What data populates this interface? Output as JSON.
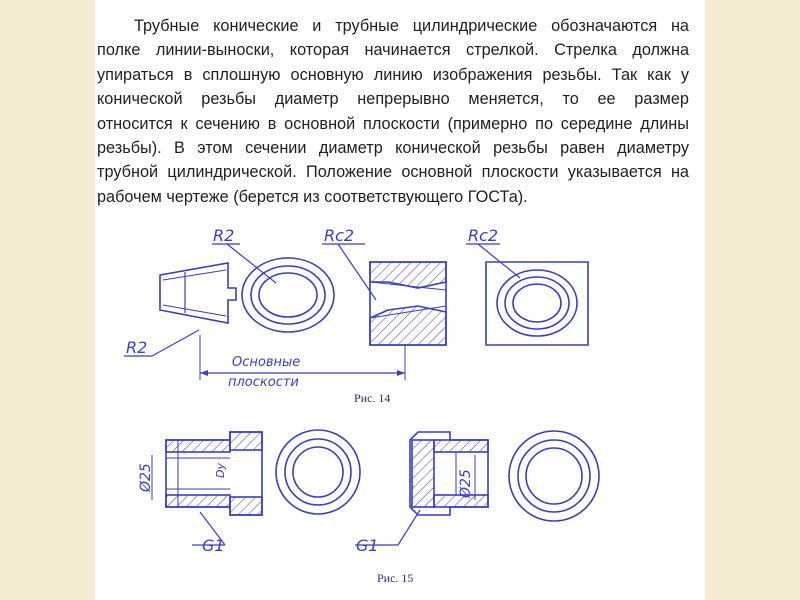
{
  "text": {
    "lines": [
      "Трубные конические и трубные цилиндрические обозначаются на",
      "полке линии-выноски, которая начинается стрелкой. Стрелка должна",
      "упираться в сплошную основную линию изображения резьбы. Так как у",
      "конической резьбы диаметр непрерывно меняется, то ее размер",
      "относится к сечению в основной плоскости (примерно по середине длины",
      "резьбы). В этом сечении диаметр конической резьбы равен диаметру",
      "трубной цилиндрической. Положение основной плоскости указывается на",
      "рабочем чертеже (берется из соответствующего ГОСТа)."
    ]
  },
  "figure14": {
    "caption": "Рис. 14",
    "labels": {
      "r2_top": "R2",
      "r2_left": "R2",
      "rc2_mid": "Rc2",
      "rc2_right": "Rc2",
      "planes_line1": "Основные",
      "planes_line2": "плоскости"
    }
  },
  "figure15": {
    "caption": "Рис. 15",
    "labels": {
      "d25_left": "Ø25",
      "dy": "Dy",
      "g1_left": "G1",
      "d25_right": "Ø25",
      "g1_right": "G1"
    }
  },
  "colors": {
    "sidebar": "#f6ecd3",
    "drawing_ink": "#3b3fb8",
    "text": "#1f1f1f"
  }
}
